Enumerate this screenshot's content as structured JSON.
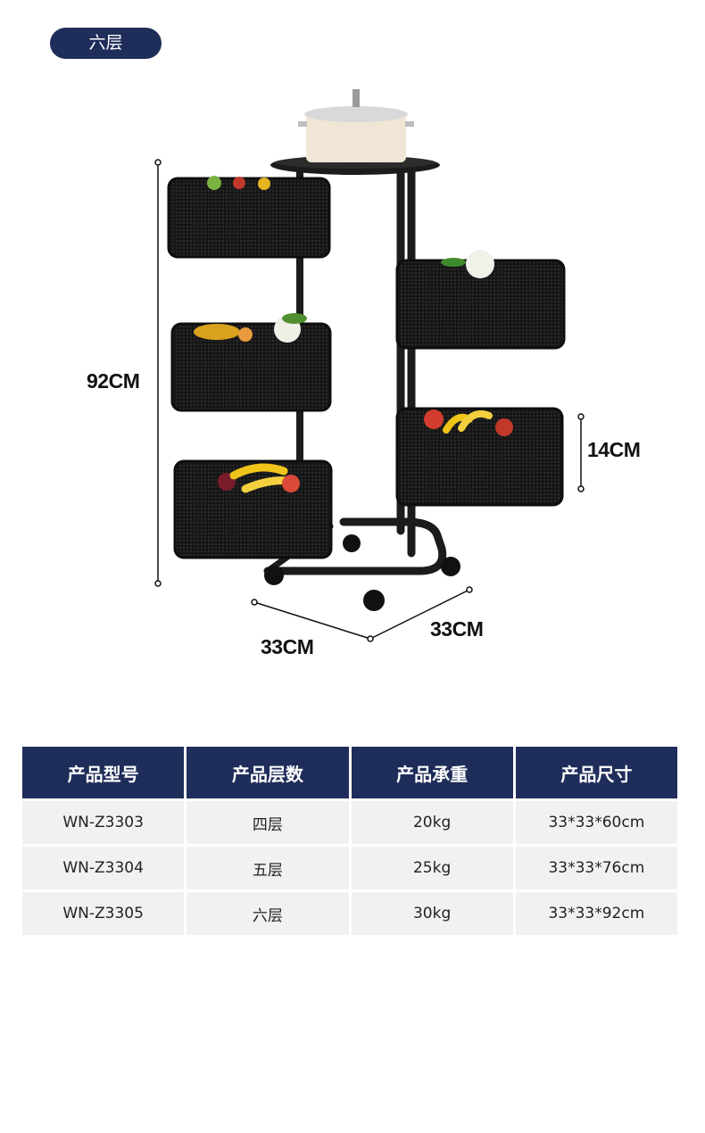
{
  "badge": {
    "label": "六层"
  },
  "dimensions": {
    "height": "92CM",
    "basket_height": "14CM",
    "depth": "33CM",
    "width": "33CM"
  },
  "spec_table": {
    "headers": [
      "产品型号",
      "产品层数",
      "产品承重",
      "产品尺寸"
    ],
    "rows": [
      [
        "WN-Z3303",
        "四层",
        "20kg",
        "33*33*60cm"
      ],
      [
        "WN-Z3304",
        "五层",
        "25kg",
        "33*33*76cm"
      ],
      [
        "WN-Z3305",
        "六层",
        "30kg",
        "33*33*92cm"
      ]
    ]
  },
  "colors": {
    "header_navy": "#1f2d5a",
    "row_gray": "#f1f1f1",
    "frame_black": "#1c1c1c"
  }
}
